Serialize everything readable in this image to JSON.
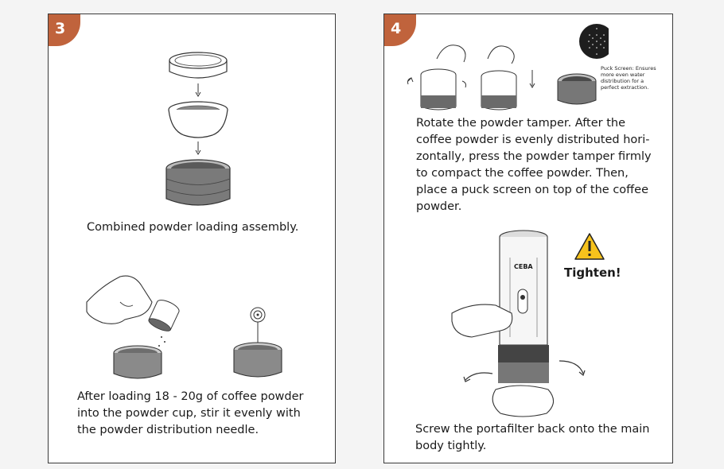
{
  "panels": [
    {
      "step": "3",
      "caption_top": "Combined powder loading assembly.",
      "caption_bottom": "After loading 18 - 20g of coffee powder into the powder cup, stir it evenly with the powder distribution needle."
    },
    {
      "step": "4",
      "puck_note": "Puck Screen: Ensures more even water distribution for a perfect extraction.",
      "caption_top": "Rotate the powder tamper. After the coffee powder is evenly distributed hori-zontally, press the powder tamper firmly to compact the coffee powder. Then, place a puck screen on top of the coffee powder.",
      "warning": "Tighten!",
      "brand": "CEBA",
      "caption_bottom": "Screw the portafilter back onto the main body tightly."
    }
  ],
  "colors": {
    "badge": "#c0633c",
    "border": "#3a3a3a",
    "warning_fill": "#f6c21c"
  }
}
